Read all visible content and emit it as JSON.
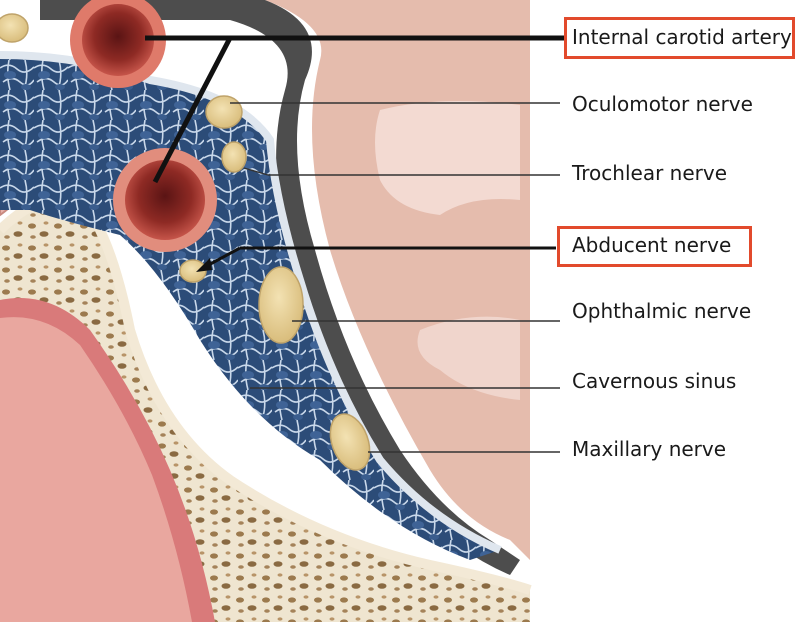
{
  "labels": {
    "internal_carotid_artery": "Internal carotid artery",
    "oculomotor_nerve": "Oculomotor nerve",
    "trochlear_nerve": "Trochlear nerve",
    "abducent_nerve": "Abducent nerve",
    "ophthalmic_nerve": "Ophthalmic nerve",
    "cavernous_sinus": "Cavernous sinus",
    "maxillary_nerve": "Maxillary nerve"
  },
  "colors": {
    "highlight_box": "#e24a2c",
    "artery": "#c9503f",
    "nerve": "#e7d39c",
    "cavernous_sinus": "#2f4f7a",
    "bone": "#efe4cf",
    "brain": "#e3b9a9",
    "dura": "#5a5a5a"
  }
}
